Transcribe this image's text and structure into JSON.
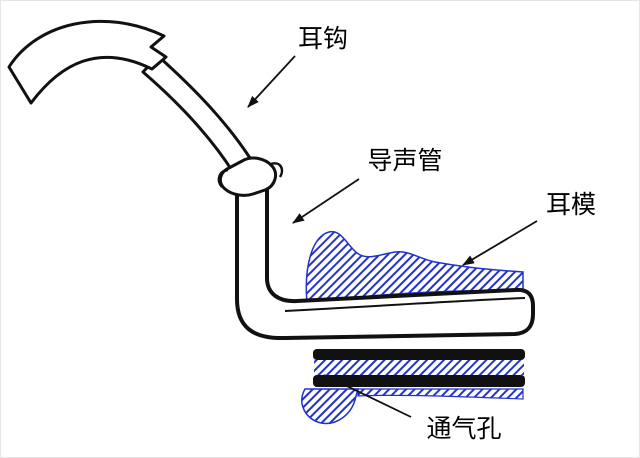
{
  "diagram": {
    "labels": {
      "ear_hook": "耳钩",
      "sound_tube": "导声管",
      "ear_mold": "耳模",
      "vent_hole": "通气孔"
    },
    "colors": {
      "line_black": "#111111",
      "hatch_blue": "#2233cc",
      "background": "#ffffff"
    }
  }
}
